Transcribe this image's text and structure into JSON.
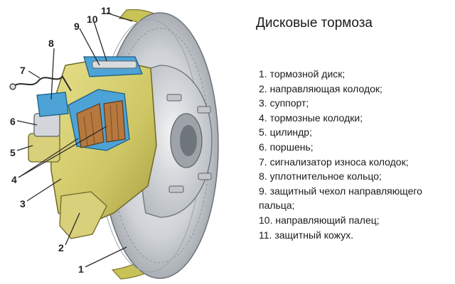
{
  "title": "Дисковые тормоза",
  "legend": [
    "1. тормозной диск;",
    "2. направляющая колодок;",
    "3. суппорт;",
    "4. тормозные колодки;",
    "5. цилиндр;",
    "6. поршень;",
    "7. сигнализатор износа колодок;",
    "8. уплотнительное кольцо;",
    "9. защитный чехол направляющего пальца;",
    "10. направляющий палец;",
    "11. защитный кожух."
  ],
  "callouts": [
    "1",
    "2",
    "3",
    "4",
    "5",
    "6",
    "7",
    "8",
    "9",
    "10",
    "11"
  ],
  "colors": {
    "caliper": "#d6cf6e",
    "disc": "#c8ccd0",
    "shield": "#c9c257",
    "cutaway": "#4da3d6",
    "pad": "#b6783e",
    "line": "#2a2a2a"
  }
}
